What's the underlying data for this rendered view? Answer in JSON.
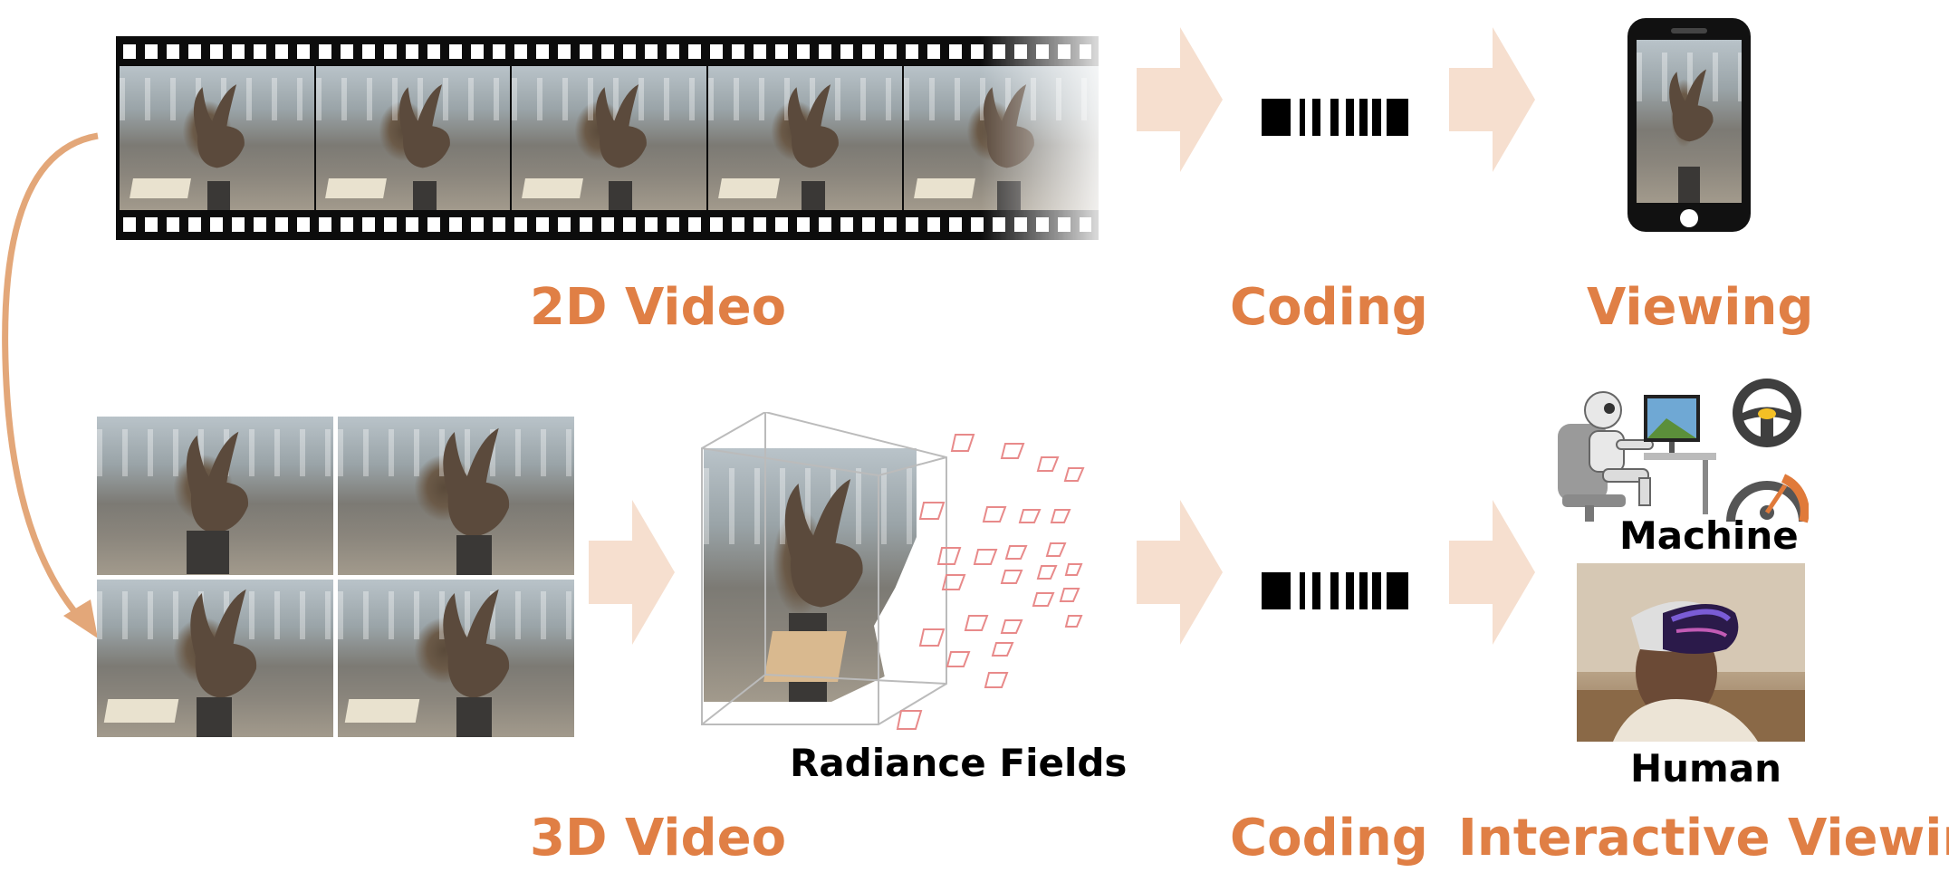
{
  "labels": {
    "video_2d": "2D Video",
    "coding_top": "Coding",
    "viewing": "Viewing",
    "video_3d": "3D Video",
    "radiance_fields": "Radiance Fields",
    "coding_bottom": "Coding",
    "interactive_viewing": "Interactive Viewing",
    "machine": "Machine",
    "human": "Human"
  },
  "colors": {
    "accent_orange": "#e07f45",
    "arrow_fill": "#f6dfcf",
    "curve_arrow": "#e3a779",
    "camera_frustum": "#e88a8a"
  },
  "icons": {
    "film_strip": "film-strip-icon",
    "bitstream": "barcode-bitstream-icon",
    "phone": "smartphone-icon",
    "robot": "robot-driver-icon",
    "steering_wheel": "steering-wheel-icon",
    "speedometer": "speedometer-icon"
  }
}
